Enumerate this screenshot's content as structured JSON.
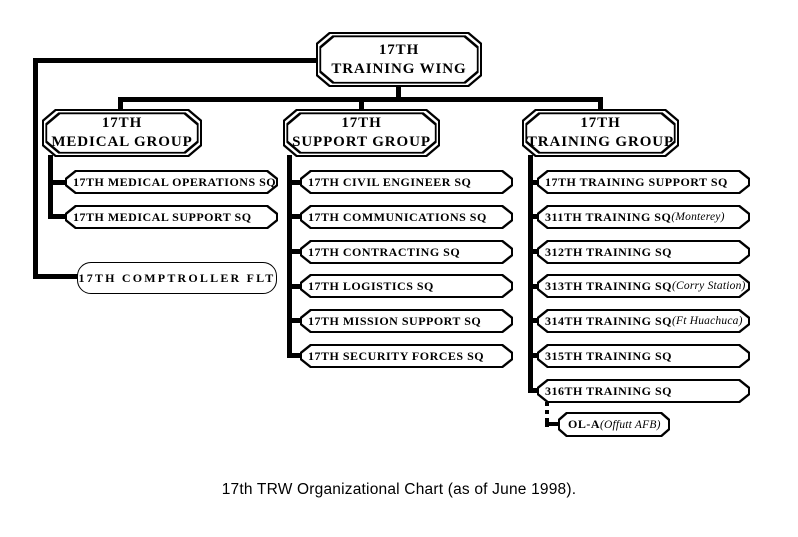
{
  "colors": {
    "line": "#000000",
    "background": "#ffffff"
  },
  "org": {
    "wing": {
      "line1": "17TH",
      "line2": "TRAINING WING"
    },
    "groups": [
      {
        "name": "medical",
        "line1": "17TH",
        "line2": "MEDICAL GROUP",
        "children": [
          {
            "text": "17TH MEDICAL OPERATIONS SQ",
            "note": ""
          },
          {
            "text": "17TH MEDICAL SUPPORT SQ",
            "note": ""
          }
        ]
      },
      {
        "name": "support",
        "line1": "17TH",
        "line2": "SUPPORT GROUP",
        "children": [
          {
            "text": "17TH CIVIL ENGINEER SQ",
            "note": ""
          },
          {
            "text": "17TH COMMUNICATIONS SQ",
            "note": ""
          },
          {
            "text": "17TH CONTRACTING SQ",
            "note": ""
          },
          {
            "text": "17TH LOGISTICS SQ",
            "note": ""
          },
          {
            "text": "17TH MISSION SUPPORT SQ",
            "note": ""
          },
          {
            "text": "17TH SECURITY FORCES SQ",
            "note": ""
          }
        ]
      },
      {
        "name": "training",
        "line1": "17TH",
        "line2": "TRAINING GROUP",
        "children": [
          {
            "text": "17TH TRAINING SUPPORT SQ",
            "note": ""
          },
          {
            "text": "311TH TRAINING SQ",
            "note": " (Monterey)"
          },
          {
            "text": "312TH TRAINING SQ",
            "note": ""
          },
          {
            "text": "313TH TRAINING SQ",
            "note": " (Corry Station)"
          },
          {
            "text": "314TH TRAINING SQ",
            "note": "(Ft Huachuca)"
          },
          {
            "text": "315TH TRAINING SQ",
            "note": ""
          },
          {
            "text": "316TH TRAINING SQ",
            "note": ""
          }
        ]
      }
    ],
    "comptroller": {
      "text": "17TH COMPTROLLER FLT"
    },
    "detachment": {
      "text": "OL-A",
      "note": " (Offutt AFB)"
    },
    "caption": "17th TRW Organizational Chart (as of June 1998)."
  }
}
